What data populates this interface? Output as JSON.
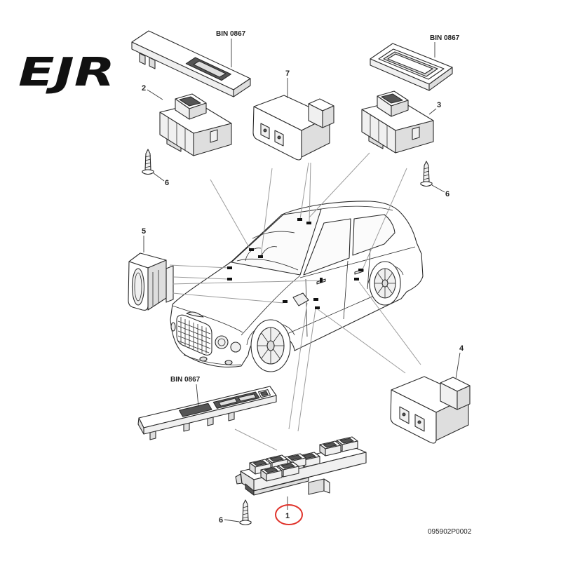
{
  "logo": {
    "text": "EJR"
  },
  "bin_labels": [
    "BIN 0867",
    "BIN 0867",
    "BIN 0867"
  ],
  "callouts": {
    "part_1": "1",
    "part_2": "2",
    "part_3": "3",
    "part_4": "4",
    "part_5": "5",
    "part_6": [
      "6",
      "6",
      "6"
    ],
    "part_7": "7"
  },
  "diagram_code": "095902P0002",
  "colors": {
    "highlight_circle": "#e0332b",
    "line_art": "#2b2b2b",
    "leader_lines": "#9c9c9c"
  }
}
